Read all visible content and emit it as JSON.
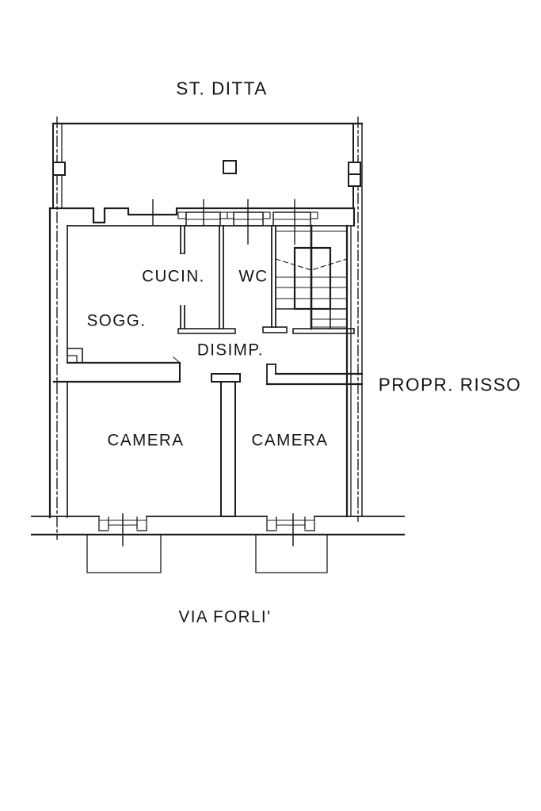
{
  "page": {
    "background": "#ffffff",
    "line_color": "#1c1c1c",
    "text_color": "#151515"
  },
  "plan": {
    "type": "apartment floor plan",
    "boundaries": {
      "top_label": "ST. DITTA",
      "right_label": "PROPR. RISSO",
      "bottom_label": "VIA FORLI'"
    },
    "rooms": {
      "soggiorno": {
        "label": "SOGG."
      },
      "cucina": {
        "label": "CUCIN."
      },
      "wc": {
        "label": "WC"
      },
      "disimpegno": {
        "label": "DISIMP."
      },
      "camera_left": {
        "label": "CAMERA"
      },
      "camera_right": {
        "label": "CAMERA"
      }
    },
    "features": [
      "terrace",
      "staircase",
      "balcony-left",
      "balcony-right",
      "property-boundary-lines"
    ]
  }
}
